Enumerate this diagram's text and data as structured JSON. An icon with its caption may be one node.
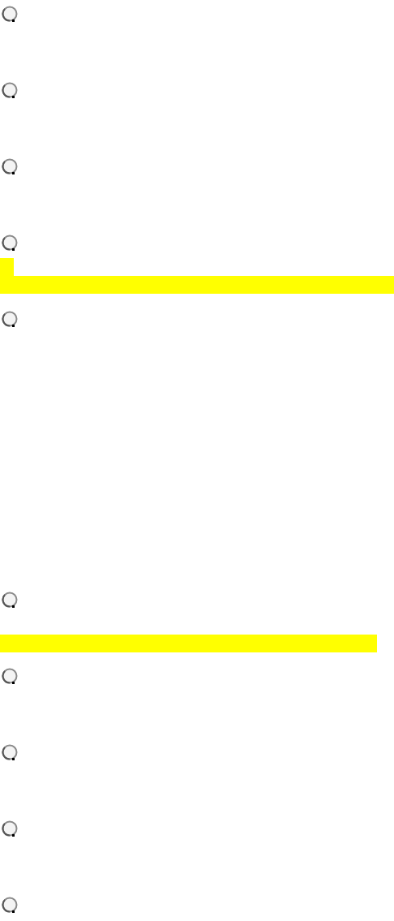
{
  "diagram": {
    "nodes": [
      {
        "text": [],
        "shape": "circle"
      },
      {
        "text": [],
        "shape": "circle"
      },
      {
        "text": [],
        "shape": "circle"
      },
      {
        "text": [],
        "shape": "circle"
      },
      {
        "text": [],
        "shape": "bar"
      },
      {
        "text": [],
        "shape": "circle"
      },
      {
        "text": [],
        "shape": "circle"
      },
      {
        "text": [],
        "shape": "bar"
      },
      {
        "text": [],
        "shape": "circle"
      },
      {
        "text": [],
        "shape": "circle"
      },
      {
        "text": [],
        "shape": "circle"
      },
      {
        "text": [],
        "shape": "circle"
      }
    ]
  }
}
